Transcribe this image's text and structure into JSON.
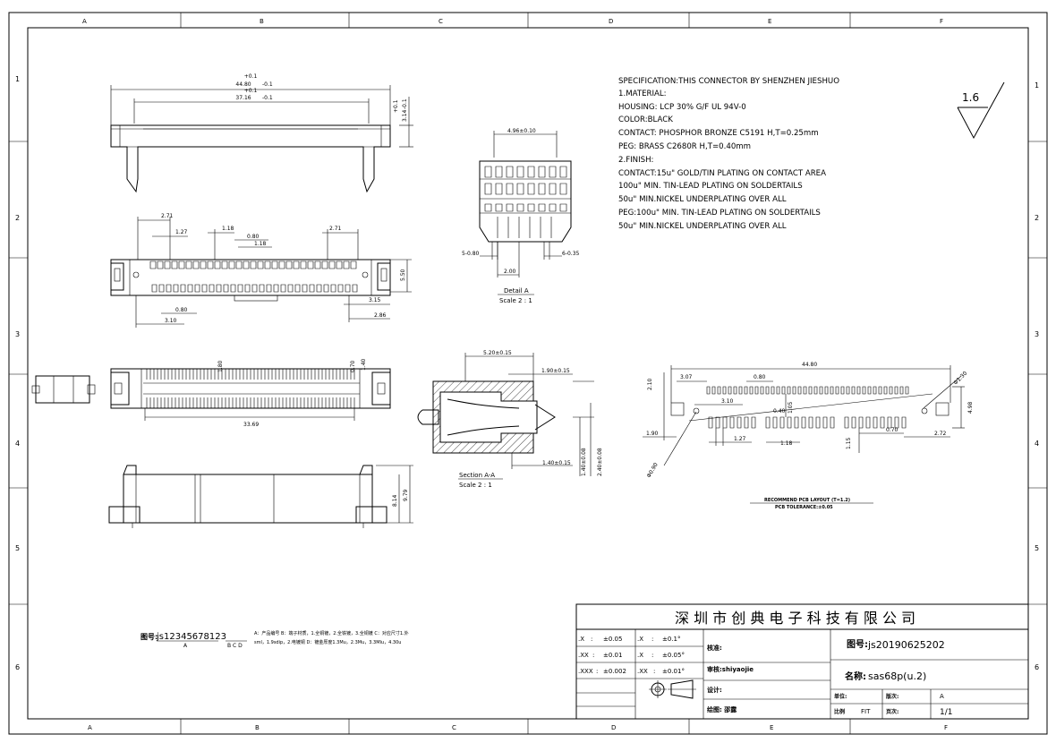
{
  "border": {
    "col_labels": [
      "A",
      "B",
      "C",
      "D",
      "E",
      "F"
    ],
    "row_labels": [
      "1",
      "2",
      "3",
      "4",
      "5",
      "6"
    ]
  },
  "spec": {
    "lines": [
      "SPECIFICATION:THIS CONNECTOR BY SHENZHEN JIESHUO",
      "1.MATERIAL:",
      "HOUSING: LCP 30% G/F UL 94V-0",
      "COLOR:BLACK",
      "CONTACT: PHOSPHOR BRONZE C5191 H,T=0.25mm",
      "PEG: BRASS C2680R H,T=0.40mm",
      "2.FINISH:",
      "CONTACT:15u\" GOLD/TIN PLATING ON CONTACT AREA",
      "100u\" MIN. TIN-LEAD PLATING ON SOLDERTAILS",
      "50u\" MIN.NICKEL UNDERPLATING OVER ALL",
      "PEG:100u\" MIN. TIN-LEAD PLATING ON SOLDERTAILS",
      "50u\" MIN.NICKEL UNDERPLATING OVER ALL"
    ]
  },
  "roughness": "1.6",
  "top_view": {
    "dim_outer": "44.80",
    "dim_outer_tol_plus": "+0.1",
    "dim_outer_tol_minus": "-0.1",
    "dim_inner": "37.16",
    "dim_inner_tol_plus": "+0.1",
    "dim_inner_tol_minus": "-0.1",
    "dim_height": "3.14",
    "dim_height_tol_plus": "+0.1",
    "dim_height_tol_minus": "-0.1"
  },
  "plan_view": {
    "d_271_left": "2.71",
    "d_127": "1.27",
    "d_118": "1.18",
    "d_080_top": "0.80",
    "d_118_b": "1.18",
    "d_271_right": "2.71",
    "d_550": "5.50",
    "d_080_bot": "0.80",
    "d_310": "3.10",
    "d_315": "3.15",
    "d_286": "2.86"
  },
  "detail_a": {
    "top_dim": "4.96±0.10",
    "left_dim": "5-0.80",
    "right_dim": "6-0.35",
    "bottom_dim": "2.00",
    "title": "Detail A",
    "scale": "Scale 2 : 1"
  },
  "bottom_plan": {
    "d_180": "1.80",
    "d_070": "0.70",
    "d_140": "1.40",
    "d_3369": "33.69"
  },
  "section_aa": {
    "d_top": "5.20±0.15",
    "d_190": "1.90±0.15",
    "d_140": "1.40±0.15",
    "d_v1": "1.40±0.08",
    "d_v2": "2.40±0.08",
    "title": "Section A-A",
    "scale": "Scale 2 : 1"
  },
  "side_view": {
    "d_814": "8.14",
    "d_979": "9.79"
  },
  "pcb": {
    "d_4480": "44.80",
    "d_307": "3.07",
    "d_080": "0.80",
    "d_310": "3.10",
    "d_130": "Φ1.30",
    "d_210": "2.10",
    "d_105": "1.05",
    "d_040": "0.40",
    "d_498": "4.98",
    "d_190": "1.90",
    "d_127": "1.27",
    "d_118": "1.18",
    "d_115": "1.15",
    "d_070": "0.70",
    "d_272": "2.72",
    "d_phi090": "Φ0.90",
    "caption1": "RECOMMEND PCB LAYOUT (T=1.2)",
    "caption2": "PCB TOLERANCE:±0.05"
  },
  "drawing_no": {
    "label": "图号:",
    "value": "js12345678123",
    "rev": "A",
    "rev_letters": "B C D",
    "note1": "A：产品编号 B：端子材质，1.全铜镀，2.全铁镀，3.全铜镀 C：对应尺寸1.外",
    "note2": "sml，1.9sdip，2.电镀铜 D：镀金厚度1.3Mu，2.3Mu，3.3MIu，4.30u"
  },
  "title_block": {
    "company": "深 圳 市 创 典 电 子 科 技 有 限 公 司",
    "tol_rows": [
      {
        "a": ".X",
        "b": ":",
        "c": "±0.05",
        "d": ".X",
        "e": ":",
        "f": "±0.1°"
      },
      {
        "a": ".XX",
        "b": ":",
        "c": "±0.01",
        "d": ".X",
        "e": ":",
        "f": "±0.05°"
      },
      {
        "a": ".XXX",
        "b": ":",
        "c": "±0.002",
        "d": ".XX",
        "e": ":",
        "f": "±0.01°"
      }
    ],
    "check": "核准:",
    "review": "审核:shiyaojie",
    "design": "设计:",
    "draw": "绘图: 邵露",
    "drawing_no_label": "图号:",
    "drawing_no_value": "js20190625202",
    "name_label": "名称:",
    "name_value": "sas68p(u.2)",
    "unit_label": "单位:",
    "version_label": "版次:",
    "version_value": "A",
    "scale_label": "比例",
    "scale_value": "FIT",
    "page_label": "页次:",
    "page_value": "1/1"
  }
}
